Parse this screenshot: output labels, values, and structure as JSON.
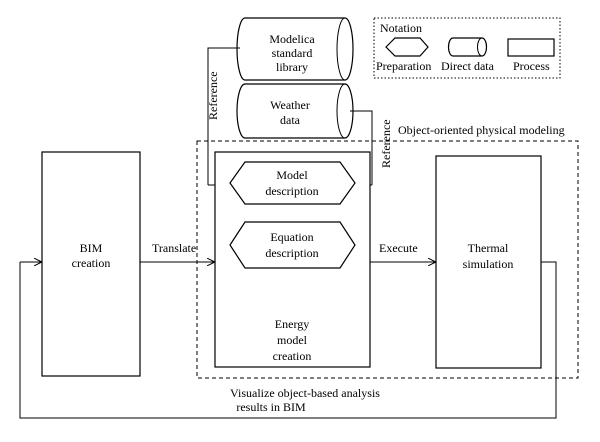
{
  "notation": {
    "title": "Notation",
    "preparation": "Preparation",
    "direct_data": "Direct data",
    "process": "Process"
  },
  "modelica": {
    "line1": "Modelica",
    "line2": "standard",
    "line3": "library"
  },
  "weather": {
    "line1": "Weather",
    "line2": "data"
  },
  "bim": {
    "line1": "BIM",
    "line2": "creation"
  },
  "model_desc": {
    "line1": "Model",
    "line2": "description"
  },
  "equation_desc": {
    "line1": "Equation",
    "line2": "description"
  },
  "energy": {
    "line1": "Energy",
    "line2": "model",
    "line3": "creation"
  },
  "thermal": {
    "line1": "Thermal",
    "line2": "simulation"
  },
  "labels": {
    "translate": "Translate",
    "execute": "Execute",
    "reference_left": "Reference",
    "reference_right": "Reference",
    "oo_modeling": "Object-oriented physical modeling",
    "visualize_line1": "Visualize object-based analysis",
    "visualize_line2": "results in BIM"
  }
}
